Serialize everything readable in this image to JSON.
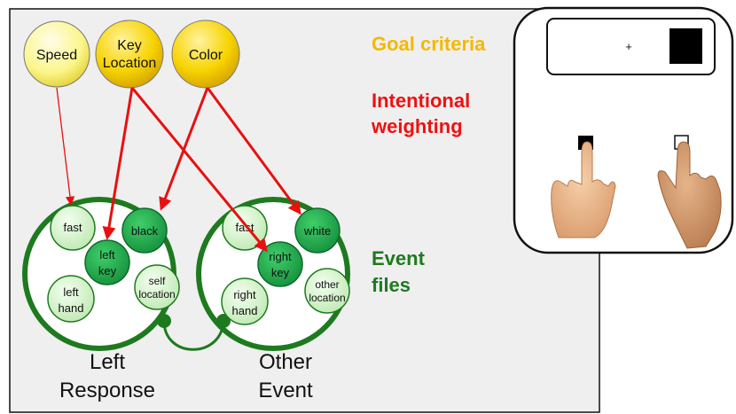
{
  "goal_nodes": {
    "speed": "Speed",
    "key_location": [
      "Key",
      "Location"
    ],
    "color": "Color"
  },
  "headings": {
    "goal_criteria": "Goal criteria",
    "intentional_weighting": [
      "Intentional",
      "weighting"
    ],
    "event_files": [
      "Event",
      "files"
    ]
  },
  "left_file": {
    "features": {
      "fast": "fast",
      "black": "black",
      "left_key": [
        "left",
        "key"
      ],
      "left_hand": [
        "left",
        "hand"
      ],
      "self_location": [
        "self",
        "location"
      ]
    },
    "caption": [
      "Left",
      "Response"
    ]
  },
  "right_file": {
    "features": {
      "fast": "fast",
      "white": "white",
      "right_key": [
        "right",
        "key"
      ],
      "right_hand": [
        "right",
        "hand"
      ],
      "other_location": [
        "other",
        "location"
      ]
    },
    "caption": [
      "Other",
      "Event"
    ]
  },
  "stimulus_display": {
    "fixation": "+"
  },
  "colors": {
    "goal_criteria": "#f5b800",
    "intentional_weighting": "#ee1111",
    "event_files": "#1e7a1e",
    "panel_bg": "#efefef",
    "file_ring": "#1e7a1e",
    "feature_light": "#d9f5d0",
    "feature_dark": "#1fa64a",
    "weight_arrow": "#e81010",
    "speed_node": "#fbf58a",
    "key_color_node": "#f7d300"
  }
}
